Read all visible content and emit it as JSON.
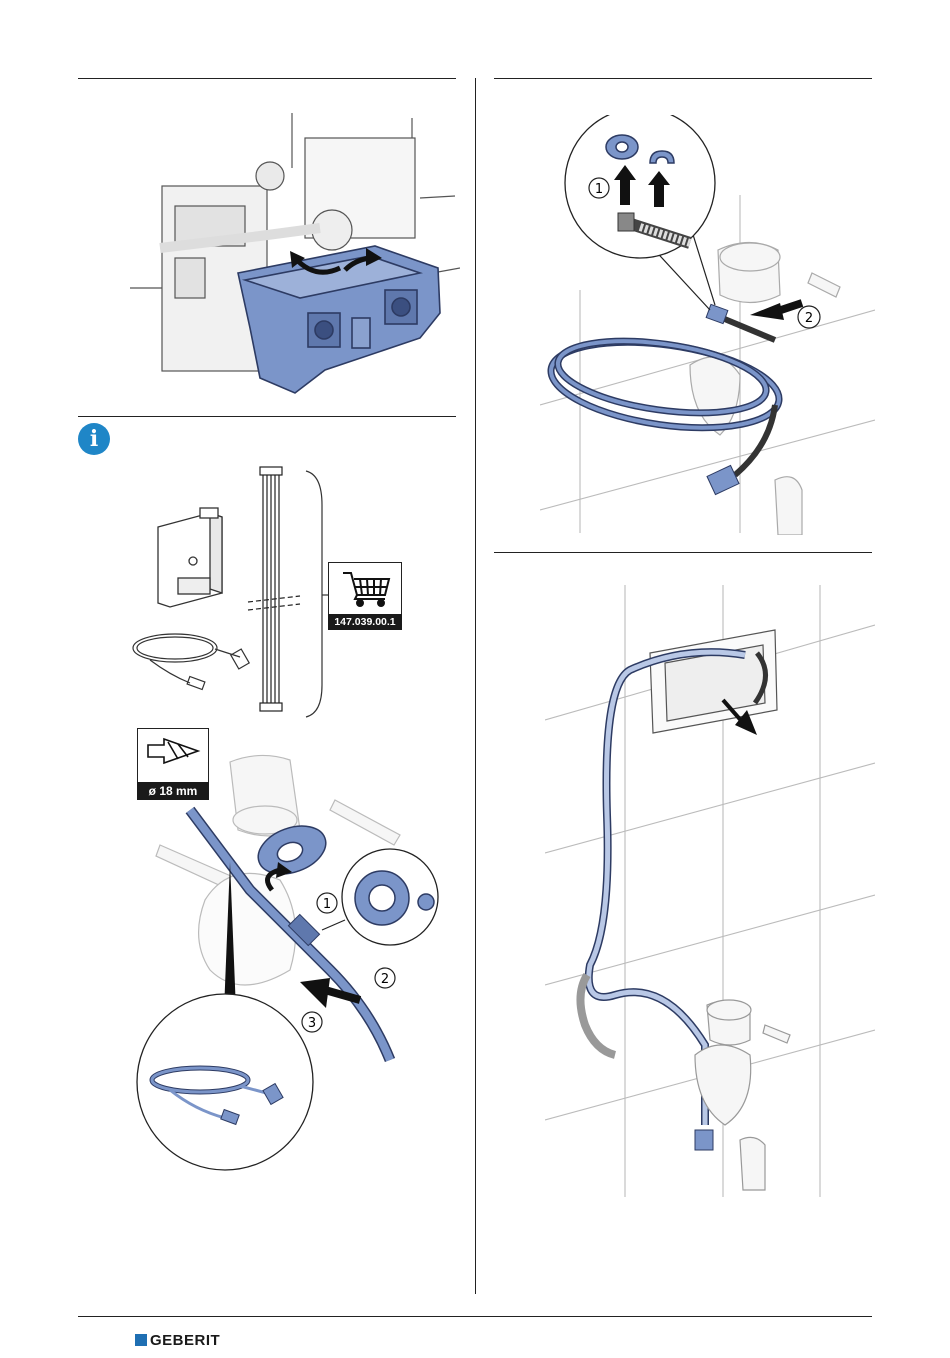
{
  "catalog": {
    "article_number": "147.039.00.1",
    "cart_icon": "shopping-cart-icon"
  },
  "drill": {
    "diameter_label": "ø 18 mm",
    "icon": "drill-bit-icon"
  },
  "info": {
    "glyph": "i",
    "icon": "info-icon"
  },
  "steps_left": [
    "1",
    "2",
    "3"
  ],
  "steps_right": [
    "1",
    "2"
  ],
  "footer": {
    "brand": "GEBERIT"
  },
  "colors": {
    "accent": "#7b95c9",
    "brand": "#1f6fb3",
    "info": "#1f86c7"
  }
}
